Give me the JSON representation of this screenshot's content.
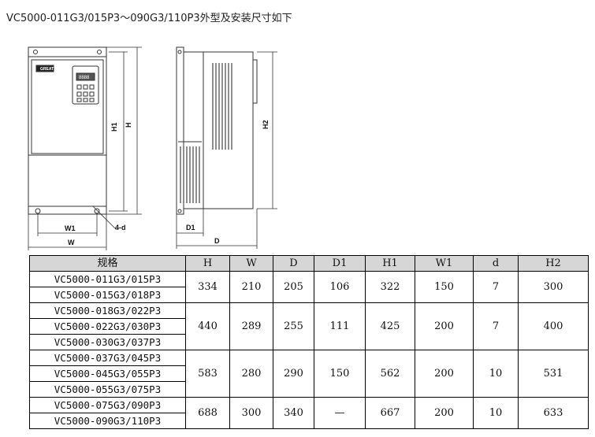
{
  "title": "VC5000-011G3/015P3～090G3/110P3外型及安装尺寸如下",
  "drawing": {
    "front_labels": {
      "h1": "H1",
      "h": "H",
      "w1": "W1",
      "hole": "4-d",
      "w": "W"
    },
    "side_labels": {
      "h2": "H2",
      "d1": "D1",
      "d": "D"
    },
    "keypad_display": "8888"
  },
  "table": {
    "headers": [
      "规格",
      "H",
      "W",
      "D",
      "D1",
      "H1",
      "W1",
      "d",
      "H2"
    ],
    "groups": [
      {
        "models": [
          "VC5000-011G3/015P3",
          "VC5000-015G3/018P3"
        ],
        "values": [
          "334",
          "210",
          "205",
          "106",
          "322",
          "150",
          "7",
          "300"
        ]
      },
      {
        "models": [
          "VC5000-018G3/022P3",
          "VC5000-022G3/030P3",
          "VC5000-030G3/037P3"
        ],
        "values": [
          "440",
          "289",
          "255",
          "111",
          "425",
          "200",
          "7",
          "400"
        ]
      },
      {
        "models": [
          "VC5000-037G3/045P3",
          "VC5000-045G3/055P3",
          "VC5000-055G3/075P3"
        ],
        "values": [
          "583",
          "280",
          "290",
          "150",
          "562",
          "200",
          "10",
          "531"
        ]
      },
      {
        "models": [
          "VC5000-075G3/090P3",
          "VC5000-090G3/110P3"
        ],
        "values": [
          "688",
          "300",
          "340",
          "—",
          "667",
          "200",
          "10",
          "633"
        ]
      }
    ]
  }
}
